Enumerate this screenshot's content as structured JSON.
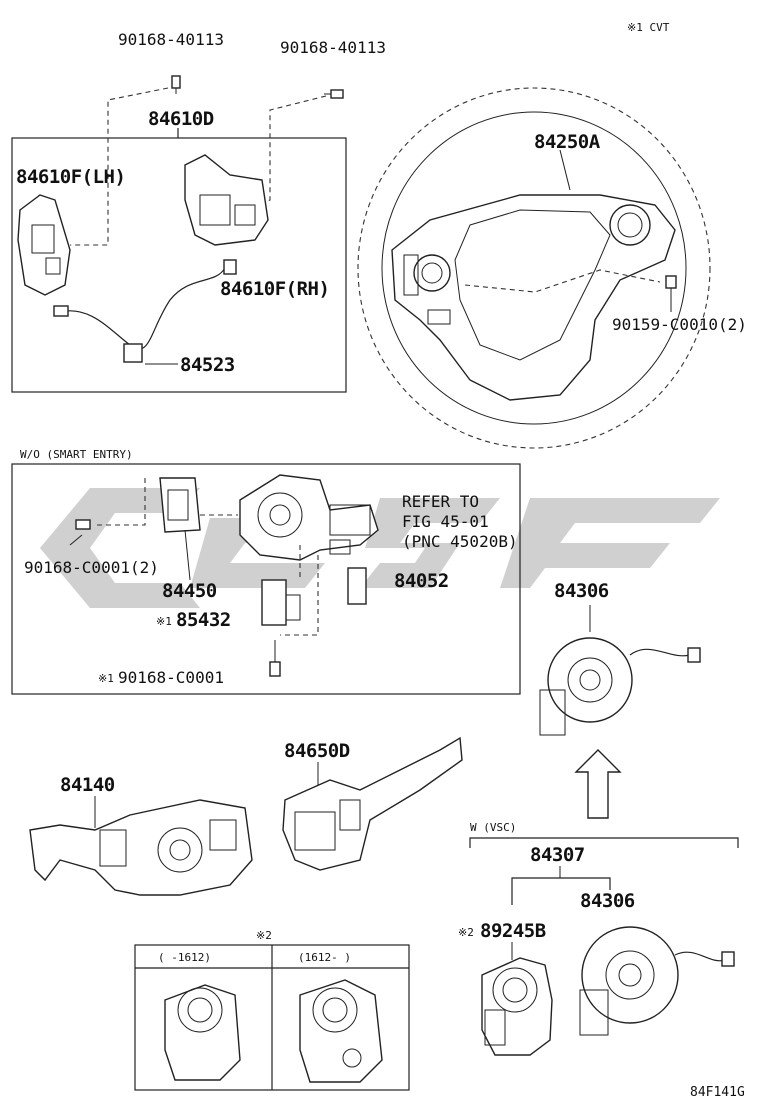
{
  "notes": {
    "cvt": "※1 CVT",
    "mark2": "※2",
    "wo_smart_entry": "W/O (SMART ENTRY)",
    "w_vsc": "W (VSC)",
    "refer": [
      "REFER TO",
      "FIG 45-01",
      "(PNC 45020B)"
    ],
    "range_left": "(      -1612)",
    "range_right": "(1612-      )",
    "figure_code": "84F141G"
  },
  "parts": {
    "screw_a": "90168-40113",
    "screw_b": "90168-40113",
    "switch_assy": "84610D",
    "switch_lh": "84610F(LH)",
    "switch_rh": "84610F(RH)",
    "wire": "84523",
    "wheel": "84250A",
    "screw_wheel": "90159-C0010(2)",
    "screw_c": "90168-C0001(2)",
    "bracket": "84450",
    "sensor": "85432",
    "screw_d": "90168-C0001",
    "connector": "84052",
    "spiral_top": "84306",
    "turn_switch": "84140",
    "wiper_switch": "84650D",
    "spiral_set": "84307",
    "steering_sensor": "89245B",
    "spiral_bottom": "84306",
    "sensor_prefix": "※1",
    "screw_d_prefix": "※1",
    "steering_sensor_prefix": "※2"
  },
  "colors": {
    "line": "#222222",
    "watermark": "#c8c8c8"
  }
}
